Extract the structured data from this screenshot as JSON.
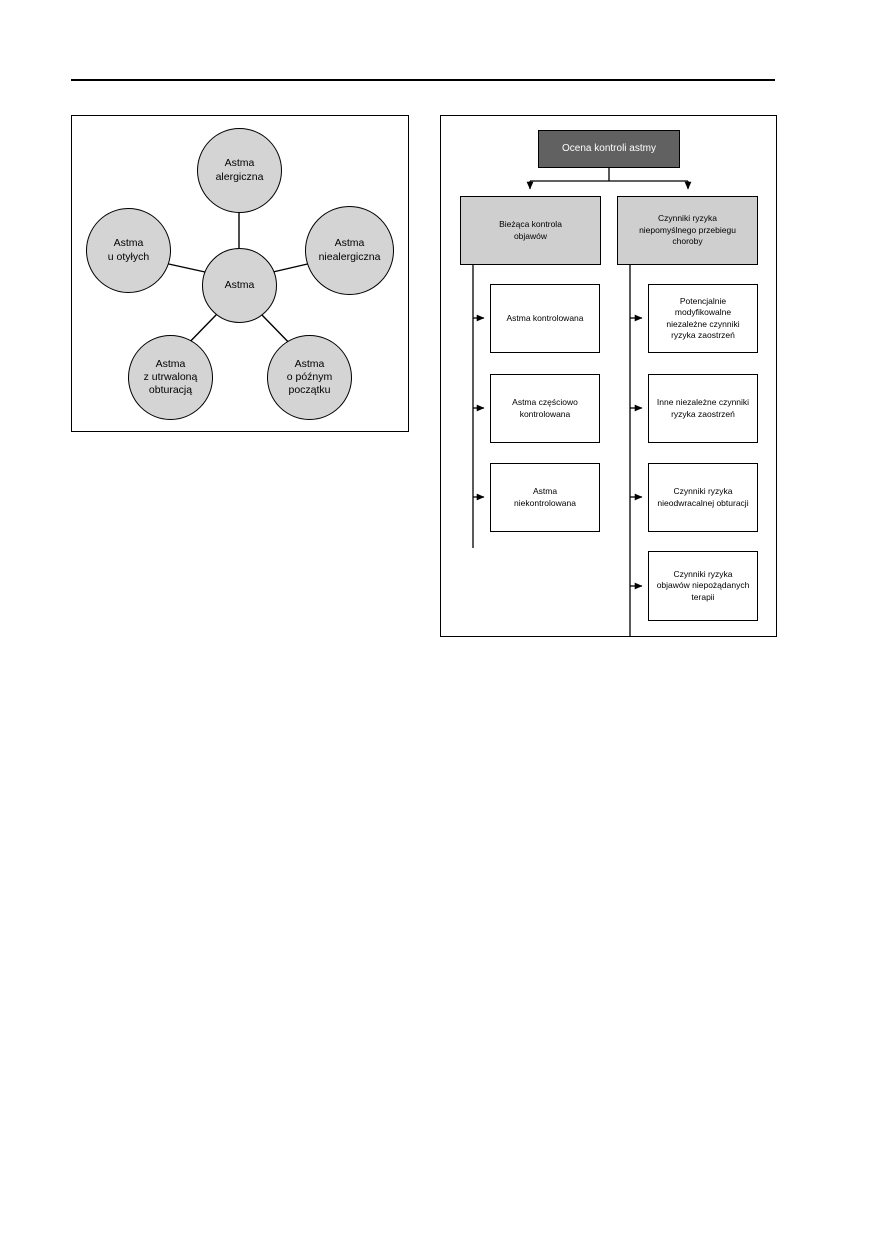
{
  "page": {
    "has_header_rule": true,
    "background_color": "#ffffff",
    "text_color": "#000000"
  },
  "figure_left": {
    "name": "asthma-phenotypes-diagram",
    "type": "radial",
    "center_node": {
      "label": "Astma"
    },
    "nodes": [
      {
        "id": "allergic",
        "label": "Astma\nalergiczna",
        "position": "top"
      },
      {
        "id": "nonallergic",
        "label": "Astma\nniealergiczna",
        "position": "right"
      },
      {
        "id": "obese",
        "label": "Astma\nu otyłych",
        "position": "left"
      },
      {
        "id": "fixed",
        "label": "Astma\nz utrwaloną\nobturacją",
        "position": "bottom-left"
      },
      {
        "id": "late-onset",
        "label": "Astma\no późnym\npoczątku",
        "position": "bottom-right"
      }
    ],
    "node_fill_color": "#d4d4d4",
    "node_stroke_color": "#000000"
  },
  "figure_right": {
    "name": "asthma-control-assessment-flowchart",
    "type": "flowchart",
    "header": {
      "label": "Ocena kontroli astmy",
      "fill_color": "#616161",
      "text_color": "#ffffff"
    },
    "branches": [
      {
        "id": "symptom-control",
        "label": "Bieżąca kontrola\nobjawów",
        "fill_color": "#cfcfcf",
        "leaves": [
          {
            "id": "controlled",
            "label": "Astma kontrolowana"
          },
          {
            "id": "partly-controlled",
            "label": "Astma częściowo\nkontrolowana"
          },
          {
            "id": "uncontrolled",
            "label": "Astma\nniekontrolowana"
          }
        ]
      },
      {
        "id": "risk-factors",
        "label": "Czynniki ryzyka\nniepomyślnego przebiegu\nchoroby",
        "fill_color": "#cfcfcf",
        "leaves": [
          {
            "id": "modifiable",
            "label": "Potencjalnie\nmodyfikowalne\nniezależne czynniki\nryzyka zaostrzeń"
          },
          {
            "id": "other-independent",
            "label": "Inne niezależne czynniki\nryzyka zaostrzeń"
          },
          {
            "id": "irreversible",
            "label": "Czynniki ryzyka\nnieodwracalnej obturacji"
          },
          {
            "id": "adverse-effects",
            "label": "Czynniki ryzyka\nobjawów niepożądanych\nterapii"
          }
        ]
      }
    ],
    "leaf_fill_color": "#ffffff",
    "stroke_color": "#000000"
  }
}
